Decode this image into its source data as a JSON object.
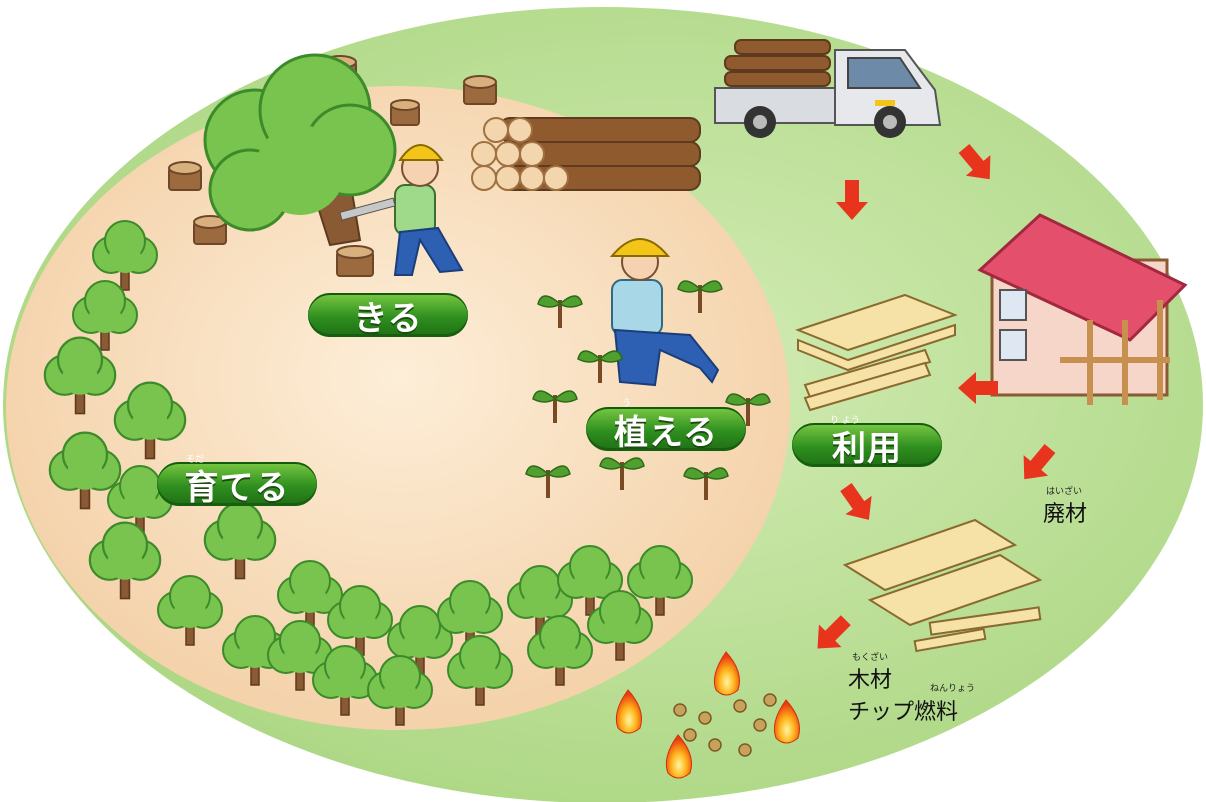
{
  "stages": {
    "kiru": {
      "label": "きる"
    },
    "ueru": {
      "label": "植える",
      "ruby": "う"
    },
    "sodateru": {
      "label": "育てる",
      "ruby": "そだ"
    },
    "riyou": {
      "label": "利用",
      "ruby": "り よう"
    }
  },
  "outputs": {
    "haizai": {
      "label": "廃材",
      "ruby": "はいざい"
    },
    "mokuzai": {
      "label": "木材",
      "ruby": "もくざい"
    },
    "chip": {
      "label": "チップ燃料",
      "ruby": "ねんりょう"
    }
  },
  "colors": {
    "outer_field": "#b7dd92",
    "inner_field": "#f8dfc0",
    "pill": "#2f8f1f",
    "arrow": "#e8341c",
    "tree": "#79c44f"
  }
}
